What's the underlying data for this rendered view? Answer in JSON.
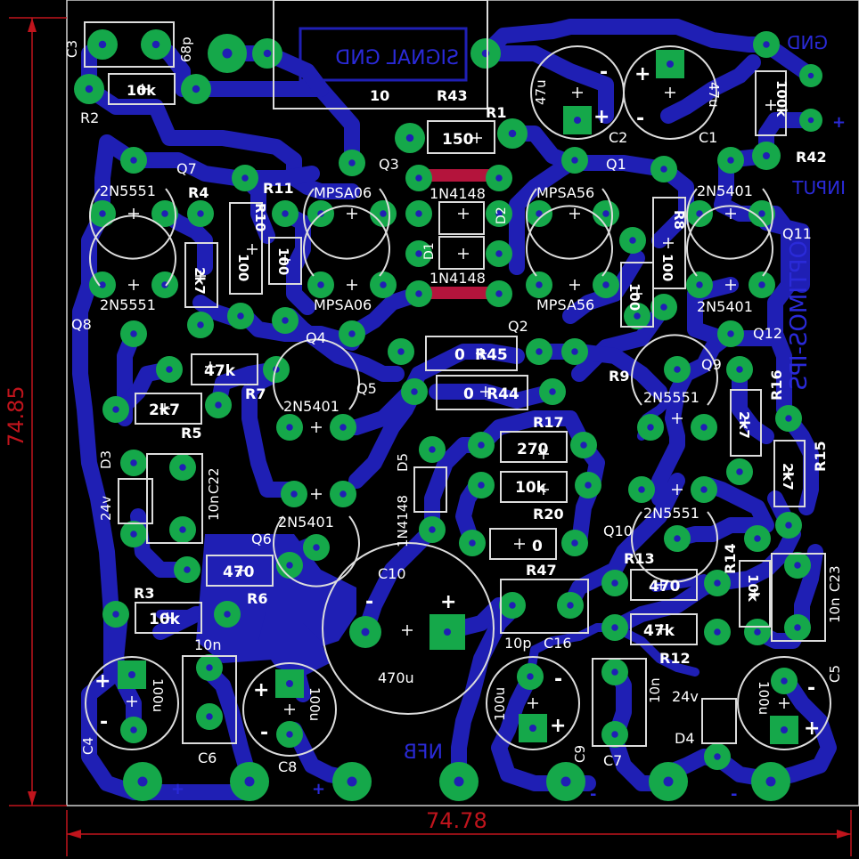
{
  "board": {
    "dimensions": {
      "height_label": "74.85",
      "width_label": "74.78"
    },
    "colors": {
      "background": "#000000",
      "copper": "#1f1fb4",
      "pad": "#15a84a",
      "drill": "#1f1fb4",
      "silk": "#ffffff",
      "dimension": "#c0141c",
      "top_copper": "#b4143c"
    },
    "bottom_text": {
      "gnd": "GND",
      "input": "INPUT",
      "title": "OPTIMOS-IPS",
      "signal_gnd": "SIGNAL GND",
      "nfb": "NFB"
    },
    "top_copper_marks": {
      "d1": "D1",
      "d2": "D2"
    },
    "parts": {
      "C3": "C3",
      "p68": "68p",
      "R2": "R2",
      "R2v": "10k",
      "box10": "10",
      "R43": "R43",
      "R1": "R1",
      "R1v": "150",
      "C2": "C2",
      "C2v": "47u",
      "C1": "C1",
      "C1v": "47u",
      "R42": "R42",
      "R42v": "100k",
      "Q7": "Q7",
      "Q7t": "2N5551",
      "R4": "R4",
      "R11": "R11",
      "Q3": "Q3",
      "Q3t": "MPSA06",
      "D1D2t": "1N4148",
      "Q1": "Q1",
      "Q1t": "MPSA56",
      "Q11t": "2N5401",
      "Q11": "Q11",
      "R10": "R10",
      "R10v": "100",
      "R11v": "100",
      "R4v": "2k7",
      "R8": "R8",
      "R8v": "100",
      "Q8t": "2N5551",
      "Q8": "Q8",
      "Q4t": "MPSA06",
      "Q4": "Q4",
      "D2t": "1N4148",
      "Q2t": "MPSA56",
      "Q2": "Q2",
      "Rx100": "100",
      "Q12t": "2N5401",
      "Q12": "Q12",
      "R45v": "0",
      "R45": "R45",
      "R44v": "0",
      "R44": "R44",
      "R9": "R9",
      "Q9": "Q9",
      "R7v": "47k",
      "R7": "R7",
      "Q5": "Q5",
      "R5v": "2k7",
      "R5": "R5",
      "Q5t": "2N5401",
      "R17": "R17",
      "R17v": "270",
      "Q9t": "2N5551",
      "R16": "R16",
      "R16v": "2k7",
      "D3": "D3",
      "D3v": "24v",
      "C22": "C22",
      "C22v": "10n",
      "D5": "D5",
      "D5t": "1N4148",
      "R20v": "10k",
      "R20": "R20",
      "Q10t": "2N5551",
      "R15": "R15",
      "R15v": "2k7",
      "Q6t": "2N5401",
      "Q6": "Q6",
      "R6v": "470",
      "R6": "R6",
      "C10": "C10",
      "R47v": "0",
      "R47": "R47",
      "Q10": "Q10",
      "R13": "R13",
      "R13v": "470",
      "R14": "R14",
      "R14v": "10k",
      "C23": "C23",
      "C23v": "10n",
      "R3": "R3",
      "R3v": "10k",
      "C10v": "470u",
      "C16": "C16",
      "C16v": "10p",
      "R12v": "47k",
      "R12": "R12",
      "C6v": "10n",
      "C4v": "100u",
      "C4": "C4",
      "C6": "C6",
      "C8v": "100u",
      "C8": "C8",
      "C9v": "100u",
      "C9": "C9",
      "C7v": "10n",
      "C7": "C7",
      "D4v": "24v",
      "D4": "D4",
      "C5v": "100u",
      "C5": "C5"
    },
    "symbols": {
      "plus": "+",
      "minus": "-"
    }
  }
}
